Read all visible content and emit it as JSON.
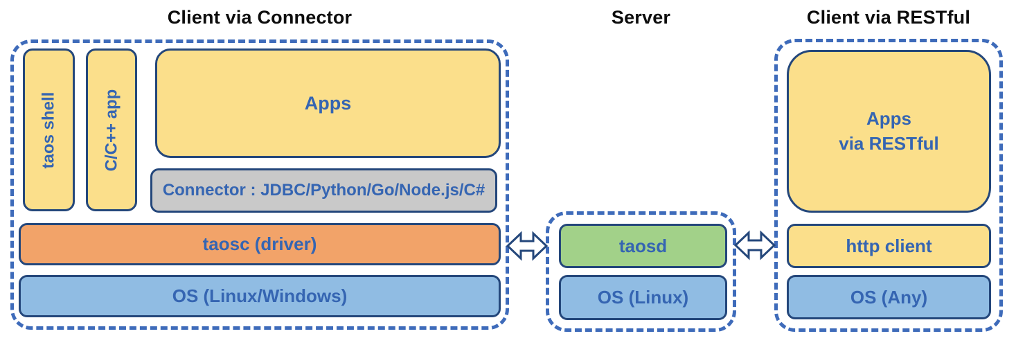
{
  "sections": {
    "client_connector": {
      "title": "Client via Connector",
      "boxes": {
        "taos_shell": "taos shell",
        "cpp_app": "C/C++ app",
        "apps": "Apps",
        "connector": "Connector : JDBC/Python/Go/Node.js/C#",
        "taosc": "taosc (driver)",
        "os": "OS (Linux/Windows)"
      }
    },
    "server": {
      "title": "Server",
      "boxes": {
        "taosd": "taosd",
        "os": "OS (Linux)"
      }
    },
    "client_restful": {
      "title": "Client via RESTful",
      "boxes": {
        "apps": "Apps\nvia RESTful",
        "http_client": "http client",
        "os": "OS (Any)"
      }
    }
  },
  "icons": {
    "connector_server_link": "double-headed-arrow",
    "server_restful_link": "double-headed-arrow"
  },
  "colors": {
    "app_yellow": "#fbdf8b",
    "driver_orange": "#f2a369",
    "os_blue": "#90bce3",
    "server_green": "#a2d189",
    "connector_gray": "#c9c9c9",
    "box_border_navy": "#24477b",
    "dashed_border_blue": "#3e6bba",
    "label_blue": "#3565b2",
    "title_black": "#0d0d0d"
  }
}
